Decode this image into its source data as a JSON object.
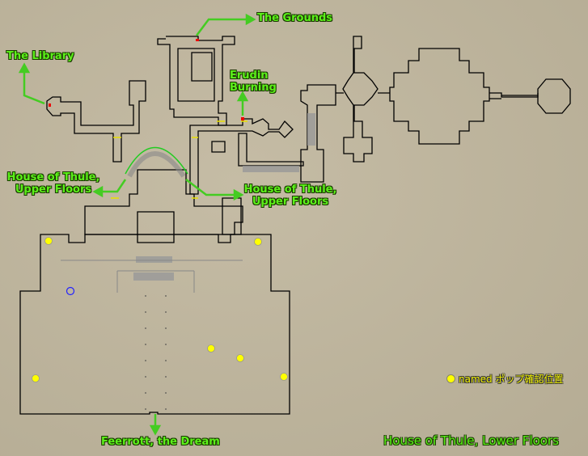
{
  "map_title": "House of Thule, Lower Floors",
  "zone_links": {
    "grounds": "The Grounds",
    "library": "The Library",
    "erudin": "Erudin Burning",
    "thule_upper_left": "House of Thule, Upper Floors",
    "thule_upper_right": "House of Thule, Upper Floors",
    "feerrott": "Feerrott, the Dream"
  },
  "legend": {
    "label": "named ポップ確認位置",
    "marker_color": "#ffff00"
  },
  "colors": {
    "link_arrow": "#44cc22",
    "wall": "#000000",
    "label": "#5cf01a"
  }
}
